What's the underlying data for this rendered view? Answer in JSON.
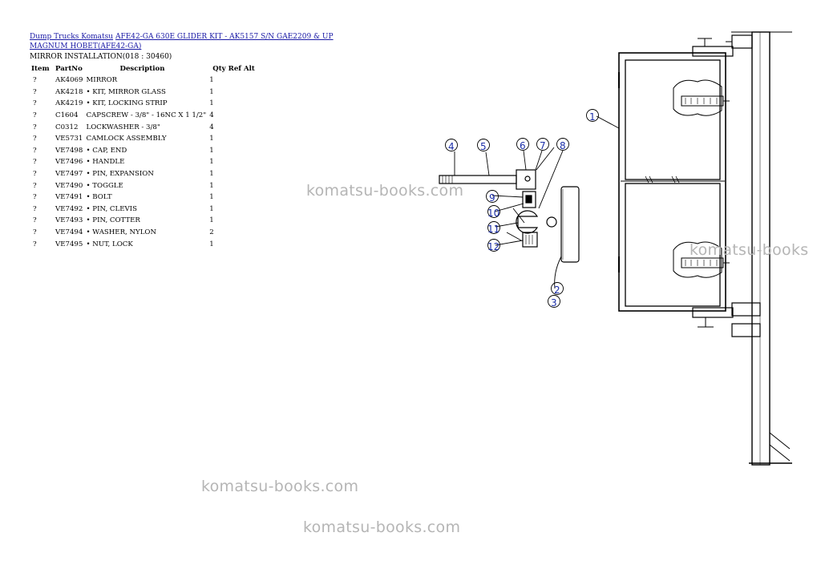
{
  "breadcrumb": {
    "link1": "Dump Trucks Komatsu",
    "link2": "AFE42-GA 630E GLIDER KIT - AK5157 S/N GAE2209 & UP MAGNUM HOBET(AFE42-GA)"
  },
  "subtitle": "MIRROR INSTALLATION(018 : 30460)",
  "table": {
    "headers": {
      "item": "Item",
      "partno": "PartNo",
      "description": "Description",
      "qty": "Qty",
      "ref": "Ref",
      "alt": "Alt"
    },
    "rows": [
      {
        "item": "?",
        "partno": "AK4069",
        "description": "MIRROR",
        "qty": "1"
      },
      {
        "item": "?",
        "partno": "AK4218",
        "description": "• KIT, MIRROR GLASS",
        "qty": "1"
      },
      {
        "item": "?",
        "partno": "AK4219",
        "description": "• KIT, LOCKING STRIP",
        "qty": "1"
      },
      {
        "item": "?",
        "partno": "C1604",
        "description": "CAPSCREW - 3/8\" - 16NC X 1 1/2\"",
        "qty": "4"
      },
      {
        "item": "?",
        "partno": "C0312",
        "description": "LOCKWASHER - 3/8\"",
        "qty": "4"
      },
      {
        "item": "?",
        "partno": "VE5731",
        "description": "CAMLOCK ASSEMBLY",
        "qty": "1"
      },
      {
        "item": "?",
        "partno": "VE7498",
        "description": "• CAP, END",
        "qty": "1"
      },
      {
        "item": "?",
        "partno": "VE7496",
        "description": "• HANDLE",
        "qty": "1"
      },
      {
        "item": "?",
        "partno": "VE7497",
        "description": "• PIN, EXPANSION",
        "qty": "1"
      },
      {
        "item": "?",
        "partno": "VE7490",
        "description": "• TOGGLE",
        "qty": "1"
      },
      {
        "item": "?",
        "partno": "VE7491",
        "description": "• BOLT",
        "qty": "1"
      },
      {
        "item": "?",
        "partno": "VE7492",
        "description": "• PIN, CLEVIS",
        "qty": "1"
      },
      {
        "item": "?",
        "partno": "VE7493",
        "description": "• PIN, COTTER",
        "qty": "1"
      },
      {
        "item": "?",
        "partno": "VE7494",
        "description": "• WASHER, NYLON",
        "qty": "2"
      },
      {
        "item": "?",
        "partno": "VE7495",
        "description": "• NUT, LOCK",
        "qty": "1"
      }
    ]
  },
  "watermarks": [
    "komatsu-books.com",
    "komatsu-books",
    "komatsu-books.com",
    "komatsu-books.com"
  ],
  "callouts": [
    "1",
    "2",
    "3",
    "4",
    "5",
    "6",
    "7",
    "8",
    "9",
    "10",
    "11",
    "12"
  ],
  "colors": {
    "link": "#1a1aa6",
    "callout": "#1c2fa8",
    "watermark": "#b5b5b5"
  }
}
